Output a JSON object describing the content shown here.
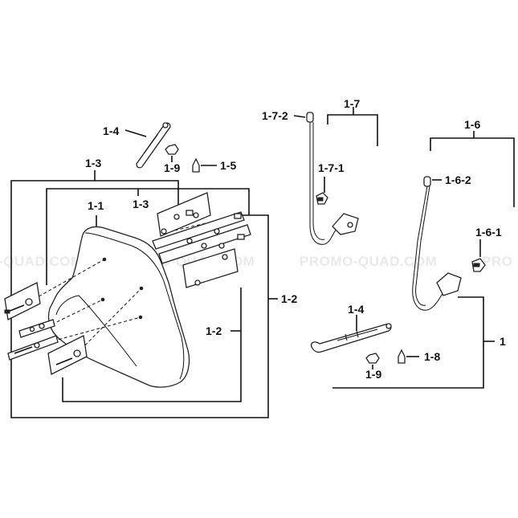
{
  "watermark": {
    "left": "-QUAD.COM",
    "center": "PROMO-QUAD.COM",
    "center_right": "PROMO-QUAD.COM",
    "right": "PRO"
  },
  "callouts": {
    "c_1_4_top": "1-4",
    "c_1_9_top": "1-9",
    "c_1_5": "1-5",
    "c_1_3_outer": "1-3",
    "c_1_3_inner": "1-3",
    "c_1_1": "1-1",
    "c_1_2_outer": "1-2",
    "c_1_2_inner": "1-2",
    "c_1_7_2": "1-7-2",
    "c_1_7": "1-7",
    "c_1_7_1": "1-7-1",
    "c_1_6": "1-6",
    "c_1_6_2": "1-6-2",
    "c_1_6_1": "1-6-1",
    "c_1_4_bottom": "1-4",
    "c_1_8": "1-8",
    "c_1_9_bottom": "1-9",
    "c_1": "1"
  },
  "colors": {
    "line": "#111111",
    "watermark": "#e9e9e9",
    "background": "#ffffff"
  }
}
